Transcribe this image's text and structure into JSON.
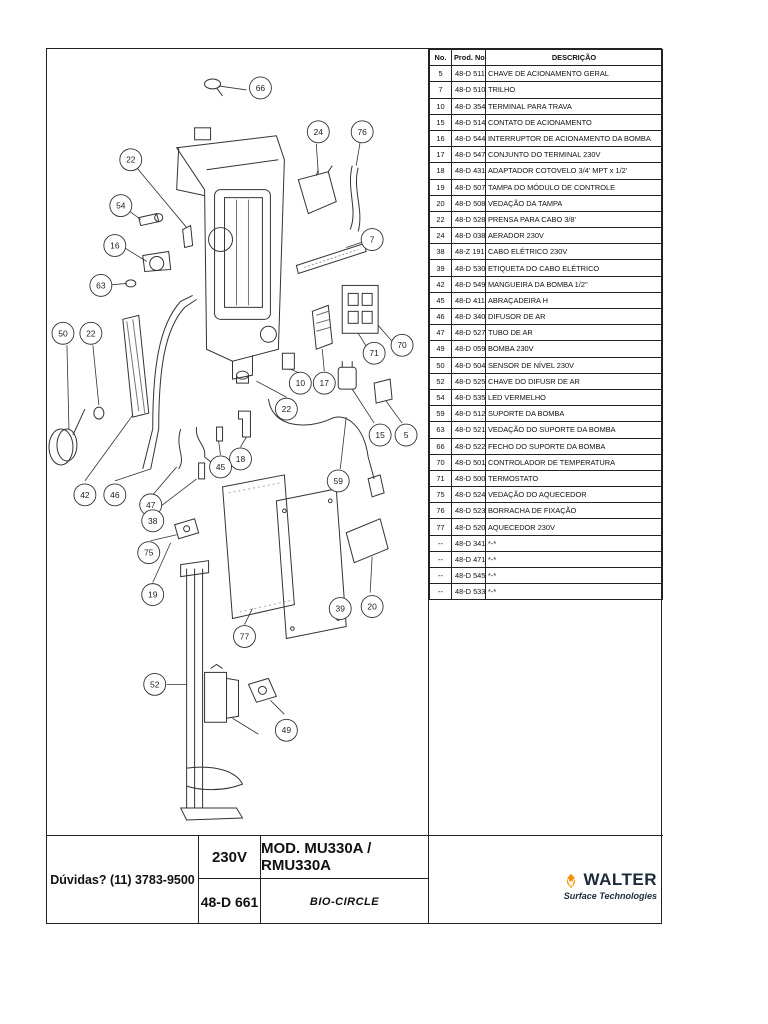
{
  "table": {
    "headers": [
      "No.",
      "Prod. No.",
      "DESCRIÇÃO"
    ],
    "rows": [
      [
        "5",
        "48-D 511",
        "CHAVE DE ACIONAMENTO GERAL"
      ],
      [
        "7",
        "48-D 510",
        "TRILHO"
      ],
      [
        "10",
        "48-D 354",
        "TERMINAL PARA TRAVA"
      ],
      [
        "15",
        "48-D 514",
        "CONTATO DE ACIONAMENTO"
      ],
      [
        "16",
        "48-D 544",
        "INTERRUPTOR DE ACIONAMENTO DA BOMBA"
      ],
      [
        "17",
        "48-D 547",
        "CONJUNTO DO TERMINAL 230V"
      ],
      [
        "18",
        "48-D 431",
        "ADAPTADOR COTOVELO 3/4' MPT x 1/2'"
      ],
      [
        "19",
        "48-D 507",
        "TAMPA DO MÓDULO DE CONTROLE"
      ],
      [
        "20",
        "48-D 508",
        "VEDAÇÃO DA TAMPA"
      ],
      [
        "22",
        "48-D 528",
        "PRENSA PARA CABO 3/8'"
      ],
      [
        "24",
        "48-D 038",
        "AERADOR 230V"
      ],
      [
        "38",
        "48-Z 191",
        "CABO ELÉTRICO 230V"
      ],
      [
        "39",
        "48-D 530",
        "ETIQUETA DO CABO ELÉTRICO"
      ],
      [
        "42",
        "48-D 549",
        "MANGUEIRA DA BOMBA 1/2''"
      ],
      [
        "45",
        "48-D 411",
        "ABRAÇADEIRA H"
      ],
      [
        "46",
        "48-D 340",
        "DIFUSOR DE AR"
      ],
      [
        "47",
        "48-D 527",
        "TUBO DE AR"
      ],
      [
        "49",
        "48-D 059",
        "BOMBA 230V"
      ],
      [
        "50",
        "48-D 504",
        "SENSOR DE NÍVEL 230V"
      ],
      [
        "52",
        "48-D 525",
        "CHAVE DO DIFUSR DE AR"
      ],
      [
        "54",
        "48-D 535",
        "LED VERMELHO"
      ],
      [
        "59",
        "48-D 512",
        "SUPORTE DA BOMBA"
      ],
      [
        "63",
        "48-D 521",
        "VEDAÇÃO DO SUPORTE DA BOMBA"
      ],
      [
        "66",
        "48-D 522",
        "FECHO DO SUPORTE DA BOMBA"
      ],
      [
        "70",
        "48-D 501",
        "CONTROLADOR DE TEMPERATURA"
      ],
      [
        "71",
        "48-D 500",
        "TERMOSTATO"
      ],
      [
        "75",
        "48-D 524",
        "VEDAÇÃO DO AQUECEDOR"
      ],
      [
        "76",
        "48-D 523",
        "BORRACHA DE FIXAÇÃO"
      ],
      [
        "77",
        "48-D 520",
        "AQUECEDOR 230V"
      ],
      [
        "--",
        "48-D 341",
        "*-*"
      ],
      [
        "--",
        "48-D 471",
        "*-*"
      ],
      [
        "--",
        "48-D 545",
        "*-*"
      ],
      [
        "--",
        "48-D 533",
        "*-*"
      ]
    ]
  },
  "callouts": [
    "66",
    "24",
    "76",
    "22",
    "54",
    "16",
    "7",
    "63",
    "50",
    "22",
    "71",
    "70",
    "10",
    "17",
    "22",
    "15",
    "5",
    "18",
    "45",
    "47",
    "38",
    "59",
    "42",
    "46",
    "75",
    "19",
    "39",
    "20",
    "77",
    "52",
    "49"
  ],
  "title_block": {
    "contact": "Dúvidas? (11) 3783-9500",
    "voltage": "230V",
    "model": "MOD. MU330A / RMU330A",
    "code": "48-D 661",
    "product_brand": "BIO-CIRCLE",
    "company": "WALTER",
    "company_sub": "Surface Technologies"
  },
  "colors": {
    "walter_orange": "#f39200",
    "walter_navy": "#1d2a3a"
  }
}
